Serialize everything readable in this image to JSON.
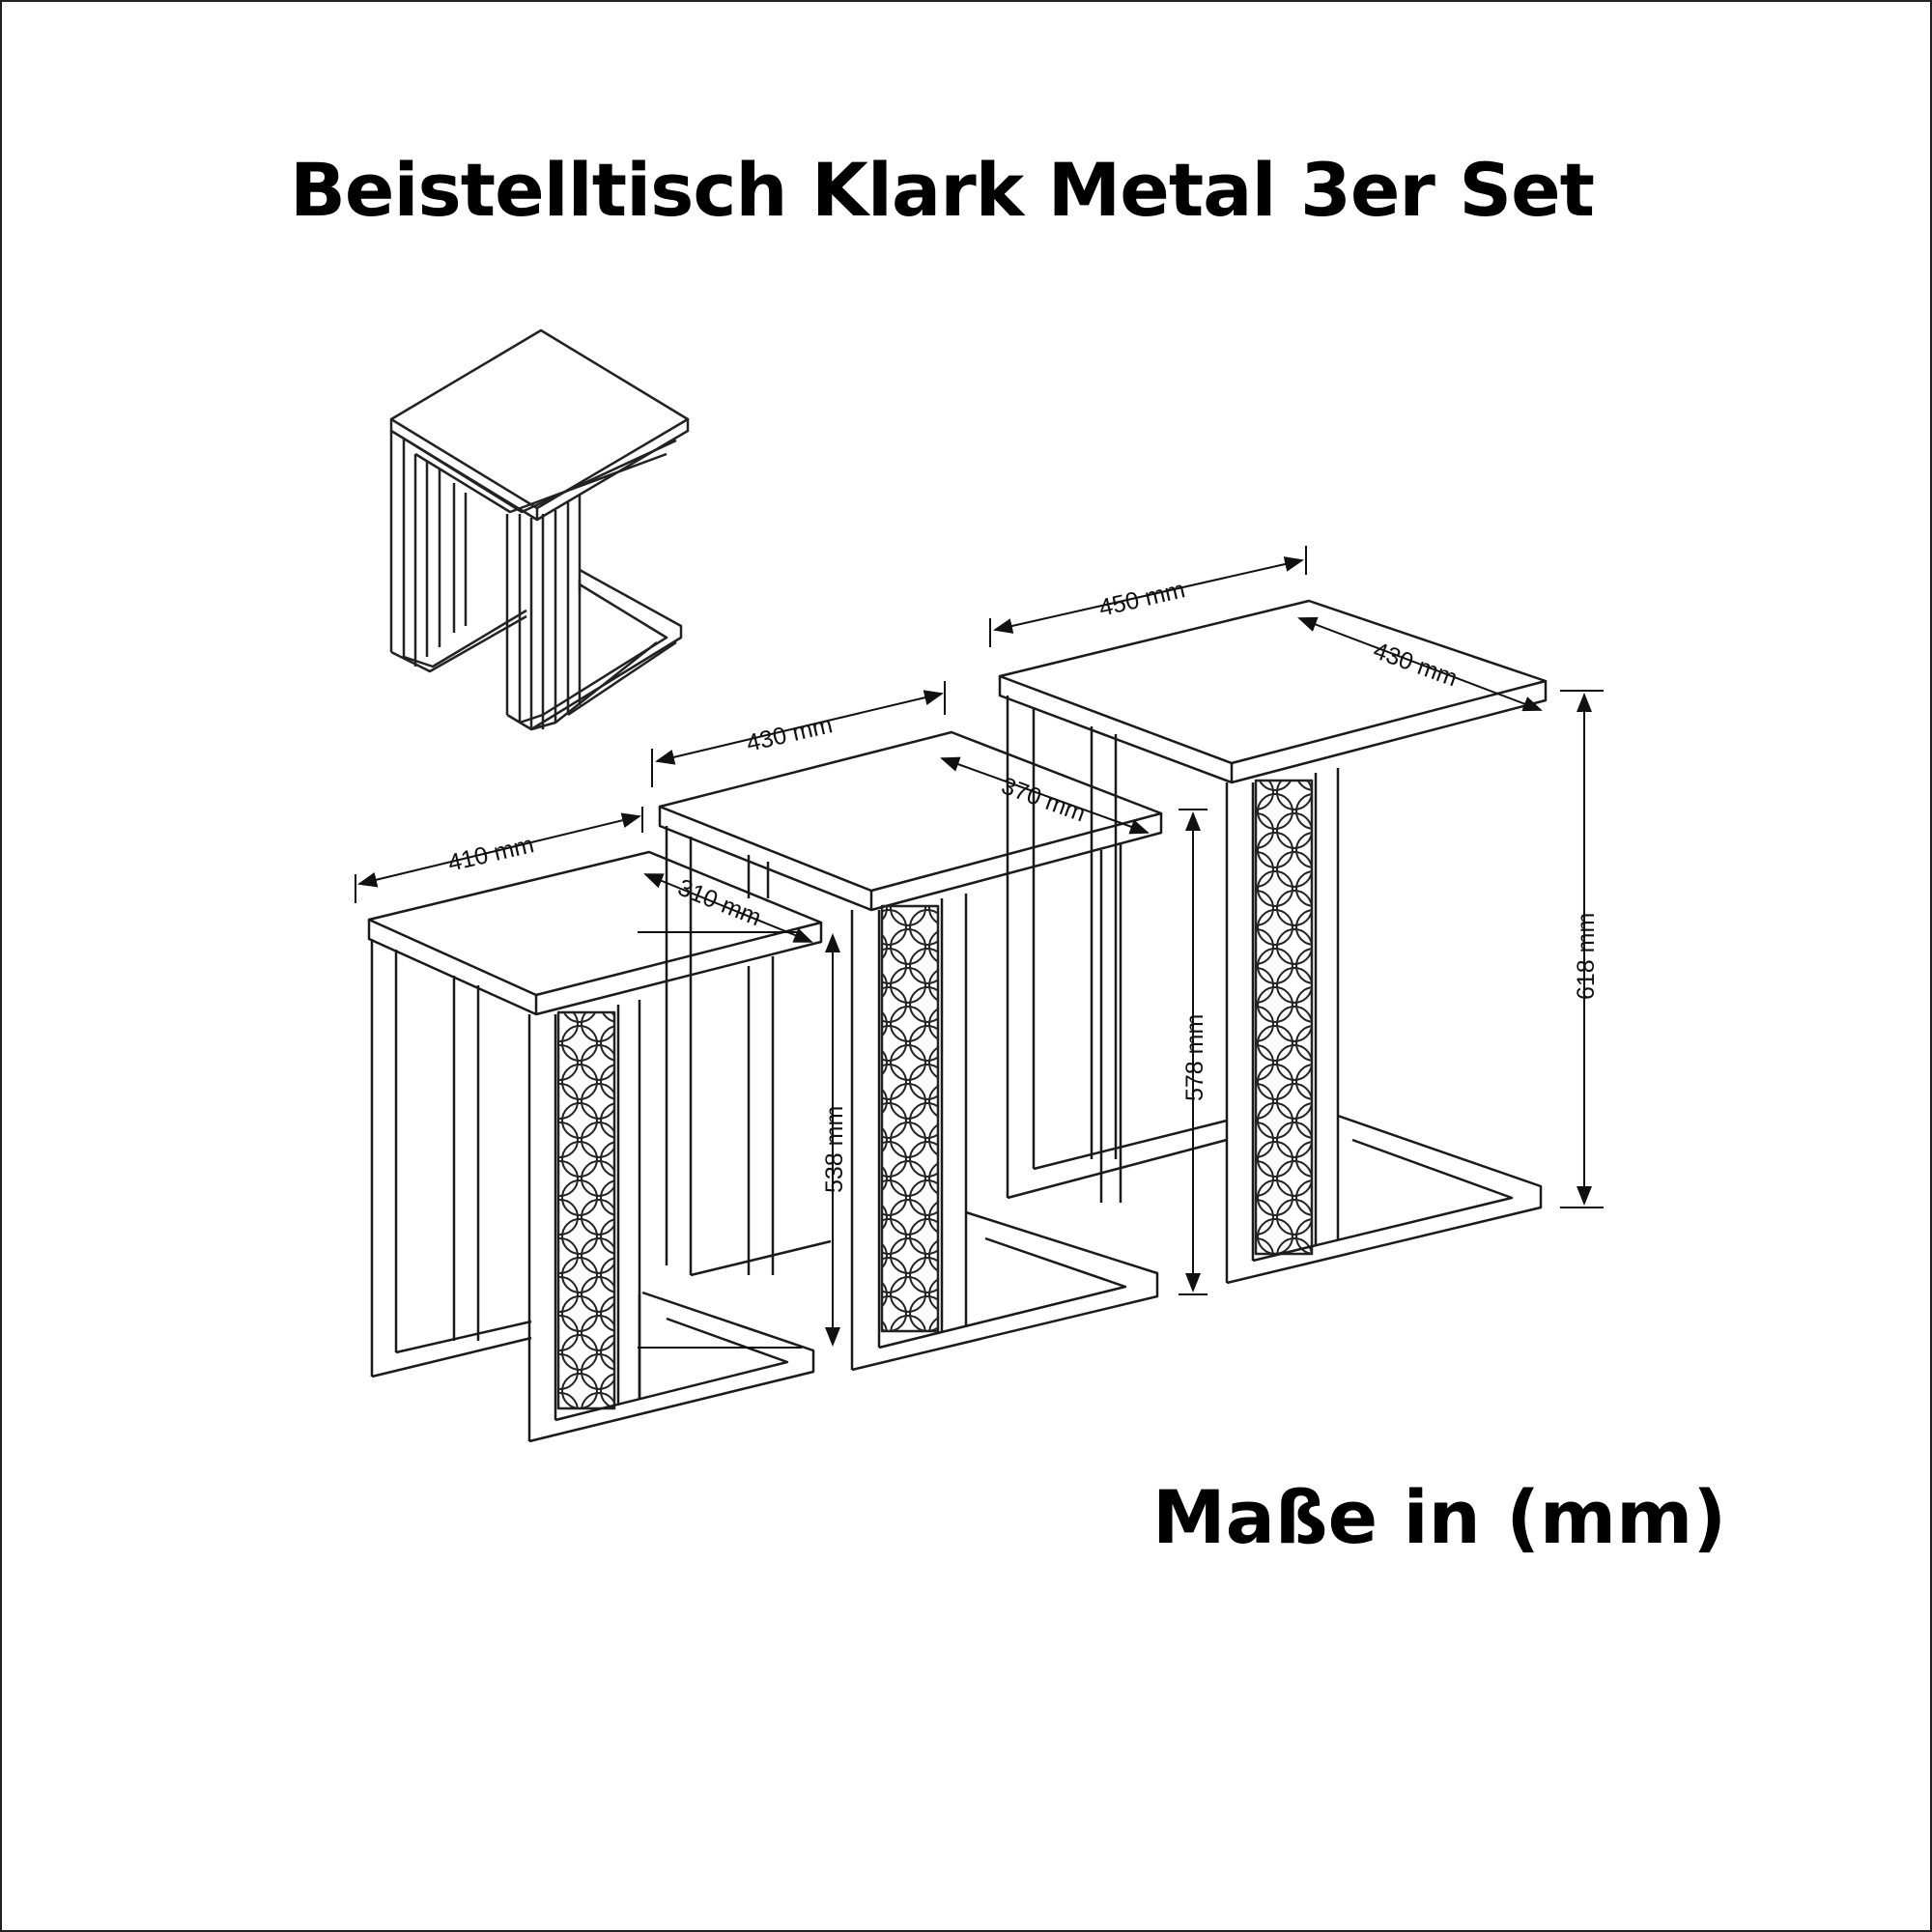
{
  "title": "Beistelltisch Klark Metal 3er Set",
  "footer": "Maße in (mm)",
  "dimensions": {
    "small_width": "410 mm",
    "small_depth": "310 mm",
    "small_height": "538 mm",
    "medium_width": "430 mm",
    "medium_depth": "370 mm",
    "medium_height": "578 mm",
    "large_width": "450 mm",
    "large_depth": "430 mm",
    "large_height": "618 mm"
  }
}
